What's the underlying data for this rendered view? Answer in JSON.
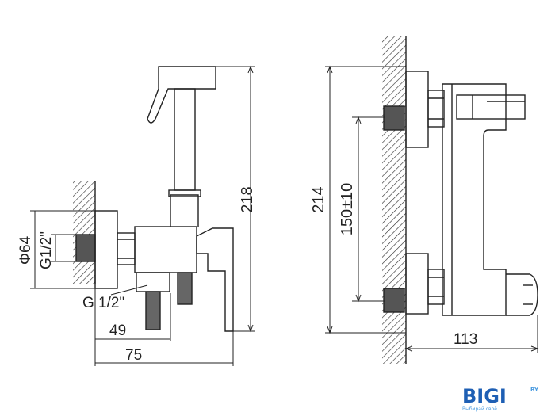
{
  "colors": {
    "line": "#222222",
    "hatch": "#333333",
    "brand_blue": "#1e5fb4",
    "brand_light": "#4a9be0"
  },
  "left_view": {
    "dim_height": "218",
    "dim_diameter": "Φ64",
    "dim_thread_inlet": "G1/2\"",
    "dim_thread_outlet": "G 1/2\"",
    "dim_depth_short": "49",
    "dim_depth_long": "75"
  },
  "right_view": {
    "dim_height": "214",
    "dim_spacing": "150±10",
    "dim_depth": "113"
  },
  "watermark": {
    "brand": "BIGI",
    "suffix": "BY",
    "tagline": "Выбирай своё"
  }
}
